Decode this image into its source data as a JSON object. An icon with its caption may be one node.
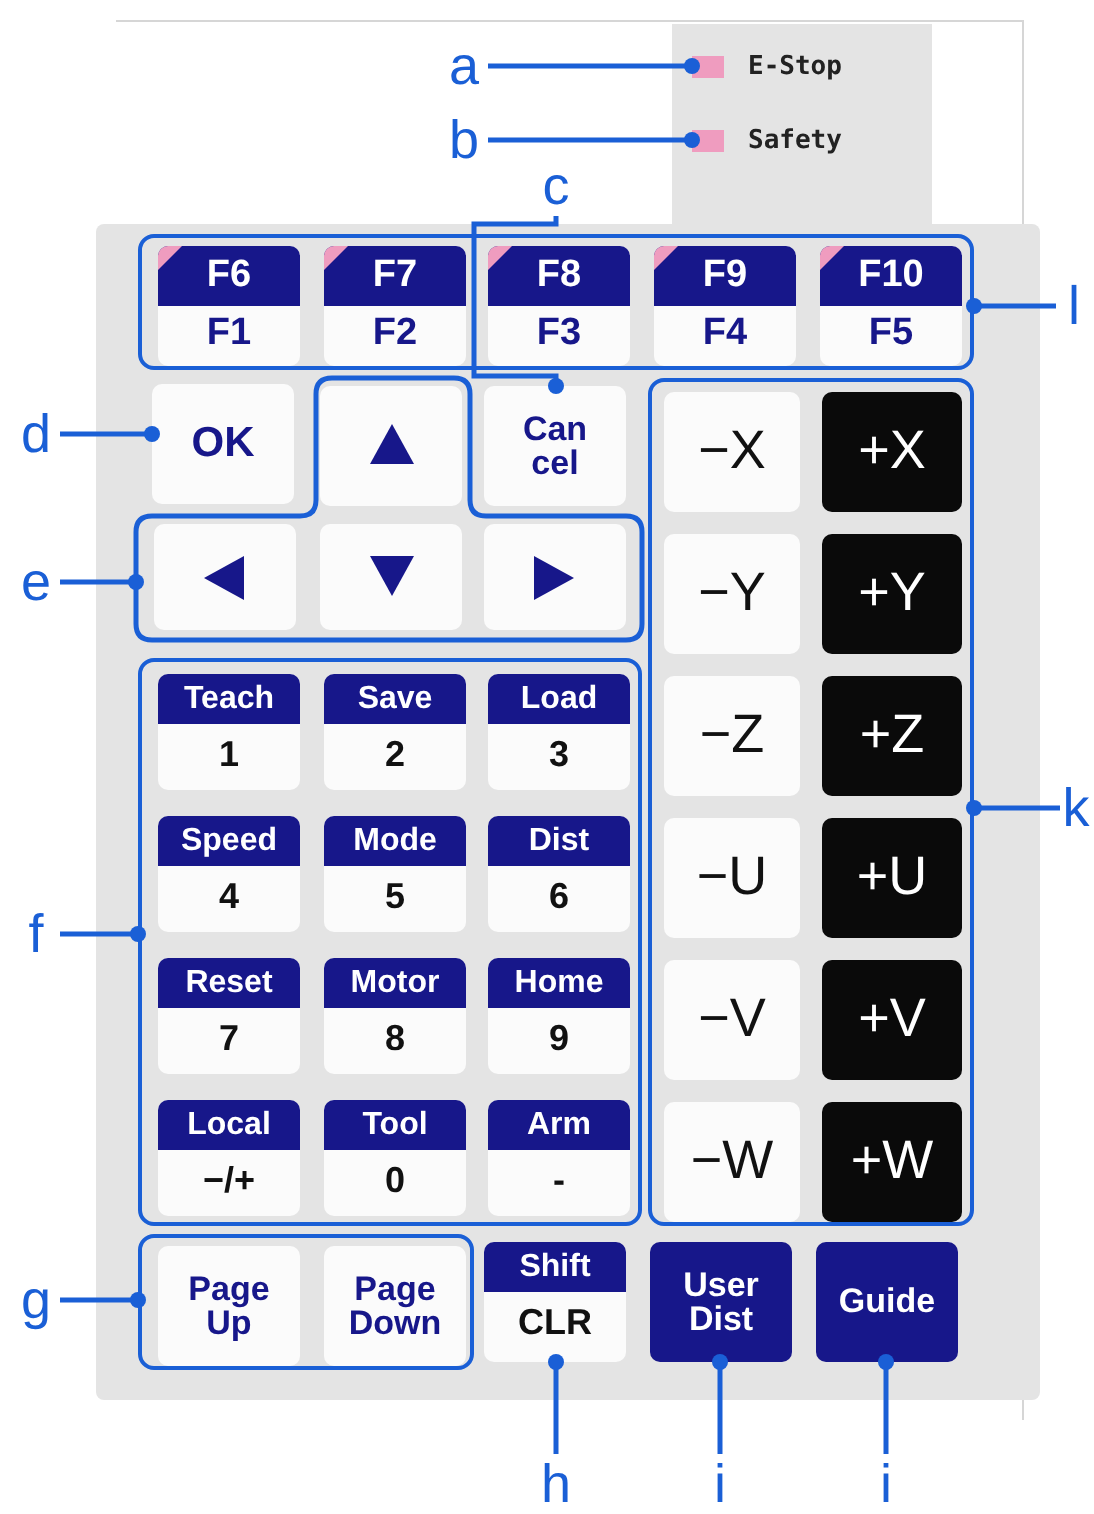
{
  "diagram": {
    "nodes": [
      {
        "text": [
          "a"
        ]
      },
      {
        "text": [
          "E-Stop"
        ]
      },
      {
        "text": [
          "b"
        ]
      },
      {
        "text": [
          "Safety"
        ]
      },
      {
        "text": [
          "c"
        ]
      },
      {
        "text": [],
        "shape": "box"
      },
      {
        "text": [
          "F6",
          "F1"
        ],
        "in": 5
      },
      {
        "text": [
          "F7",
          "F2"
        ],
        "in": 5
      },
      {
        "text": [
          "F8",
          "F3"
        ],
        "in": 5
      },
      {
        "text": [
          "F9",
          "F4"
        ],
        "in": 5
      },
      {
        "text": [
          "F10",
          "F5"
        ],
        "in": 5
      },
      {
        "text": [
          "l"
        ]
      },
      {
        "text": [
          "d"
        ]
      },
      {
        "text": [
          "OK"
        ]
      },
      {
        "text": [],
        "shape": "box"
      },
      {
        "text": [],
        "shape": "box",
        "in": 14
      },
      {
        "text": [
          "Can cel"
        ]
      },
      {
        "text": [
          "e"
        ]
      },
      {
        "text": [],
        "shape": "box",
        "in": 14
      },
      {
        "text": [],
        "shape": "box",
        "in": 14
      },
      {
        "text": [],
        "shape": "box",
        "in": 14
      },
      {
        "text": [],
        "shape": "box"
      },
      {
        "text": [
          "−X"
        ],
        "in": 21
      },
      {
        "text": [
          "+X"
        ],
        "in": 21
      },
      {
        "text": [
          "−Y"
        ],
        "in": 21
      },
      {
        "text": [
          "+Y"
        ],
        "in": 21
      },
      {
        "text": [
          "−Z"
        ],
        "in": 21
      },
      {
        "text": [
          "+Z"
        ],
        "in": 21
      },
      {
        "text": [
          "−U"
        ],
        "in": 21
      },
      {
        "text": [
          "+U"
        ],
        "in": 21
      },
      {
        "text": [
          "−V"
        ],
        "in": 21
      },
      {
        "text": [
          "+V"
        ],
        "in": 21
      },
      {
        "text": [
          "−W"
        ],
        "in": 21
      },
      {
        "text": [
          "+W"
        ],
        "in": 21
      },
      {
        "text": [
          "k"
        ]
      },
      {
        "text": [
          "f"
        ]
      },
      {
        "text": [],
        "shape": "box"
      },
      {
        "text": [
          "Teach",
          "1"
        ],
        "in": 36
      },
      {
        "text": [
          "Save",
          "2"
        ],
        "in": 36
      },
      {
        "text": [
          "Load",
          "3"
        ],
        "in": 36
      },
      {
        "text": [
          "Speed",
          "4"
        ],
        "in": 36
      },
      {
        "text": [
          "Mode",
          "5"
        ],
        "in": 36
      },
      {
        "text": [
          "Dist",
          "6"
        ],
        "in": 36
      },
      {
        "text": [
          "Reset",
          "7"
        ],
        "in": 36
      },
      {
        "text": [
          "Motor",
          "8"
        ],
        "in": 36
      },
      {
        "text": [
          "Home",
          "9"
        ],
        "in": 36
      },
      {
        "text": [
          "Local",
          "−/+"
        ],
        "in": 36
      },
      {
        "text": [
          "Tool",
          "0"
        ],
        "in": 36
      },
      {
        "text": [
          "Arm",
          "-"
        ],
        "in": 36
      },
      {
        "text": [
          "g"
        ]
      },
      {
        "text": [],
        "shape": "box"
      },
      {
        "text": [
          "Page Up"
        ],
        "in": 50
      },
      {
        "text": [
          "Page Down"
        ],
        "in": 50
      },
      {
        "text": [
          "Shift",
          "CLR"
        ]
      },
      {
        "text": [
          "User Dist"
        ]
      },
      {
        "text": [
          "Guide"
        ]
      },
      {
        "text": [
          "h"
        ]
      },
      {
        "text": [
          "i"
        ]
      },
      {
        "text": [
          "i"
        ]
      }
    ],
    "edges": [
      {
        "from": 0,
        "to": 1,
        "arrow": "other"
      },
      {
        "from": 2,
        "to": 3,
        "arrow": "other"
      },
      {
        "from": 4,
        "to": 16,
        "arrow": "other"
      },
      {
        "from": 11,
        "to": 5,
        "arrow": "other"
      },
      {
        "from": 12,
        "to": 13,
        "arrow": "other"
      },
      {
        "from": 17,
        "to": 14,
        "arrow": "other"
      },
      {
        "from": 34,
        "to": 21,
        "arrow": "other"
      },
      {
        "from": 35,
        "to": 36,
        "arrow": "other"
      },
      {
        "from": 49,
        "to": 50,
        "arrow": "other"
      },
      {
        "from": 56,
        "to": 53,
        "arrow": "other"
      },
      {
        "from": 57,
        "to": 54,
        "arrow": "other"
      },
      {
        "from": 58,
        "to": 55,
        "arrow": "other"
      }
    ]
  }
}
